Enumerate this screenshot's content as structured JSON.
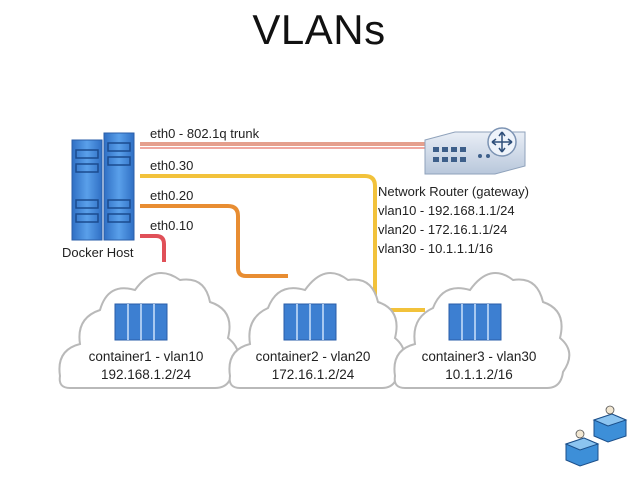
{
  "title": "VLANs",
  "host": {
    "label": "Docker Host"
  },
  "links": {
    "trunk": "eth0 - 802.1q trunk",
    "eth30": "eth0.30",
    "eth20": "eth0.20",
    "eth10": "eth0.10"
  },
  "router": {
    "label": "Network Router (gateway)",
    "vlan10": "vlan10 - 192.168.1.1/24",
    "vlan20": "vlan20 - 172.16.1.1/24",
    "vlan30": "vlan30 - 10.1.1.1/16"
  },
  "containers": [
    {
      "name": "container1 - vlan10",
      "ip": "192.168.1.2/24"
    },
    {
      "name": "container2 - vlan20",
      "ip": "172.16.1.2/24"
    },
    {
      "name": "container3 - vlan30",
      "ip": "10.1.1.2/16"
    }
  ],
  "colors": {
    "trunk": "#e59f8d",
    "vlan30": "#f2c23b",
    "vlan20": "#e88d32",
    "vlan10": "#e05058",
    "server": "#3d7fd1",
    "cloud_stroke": "#b9b9b9"
  }
}
